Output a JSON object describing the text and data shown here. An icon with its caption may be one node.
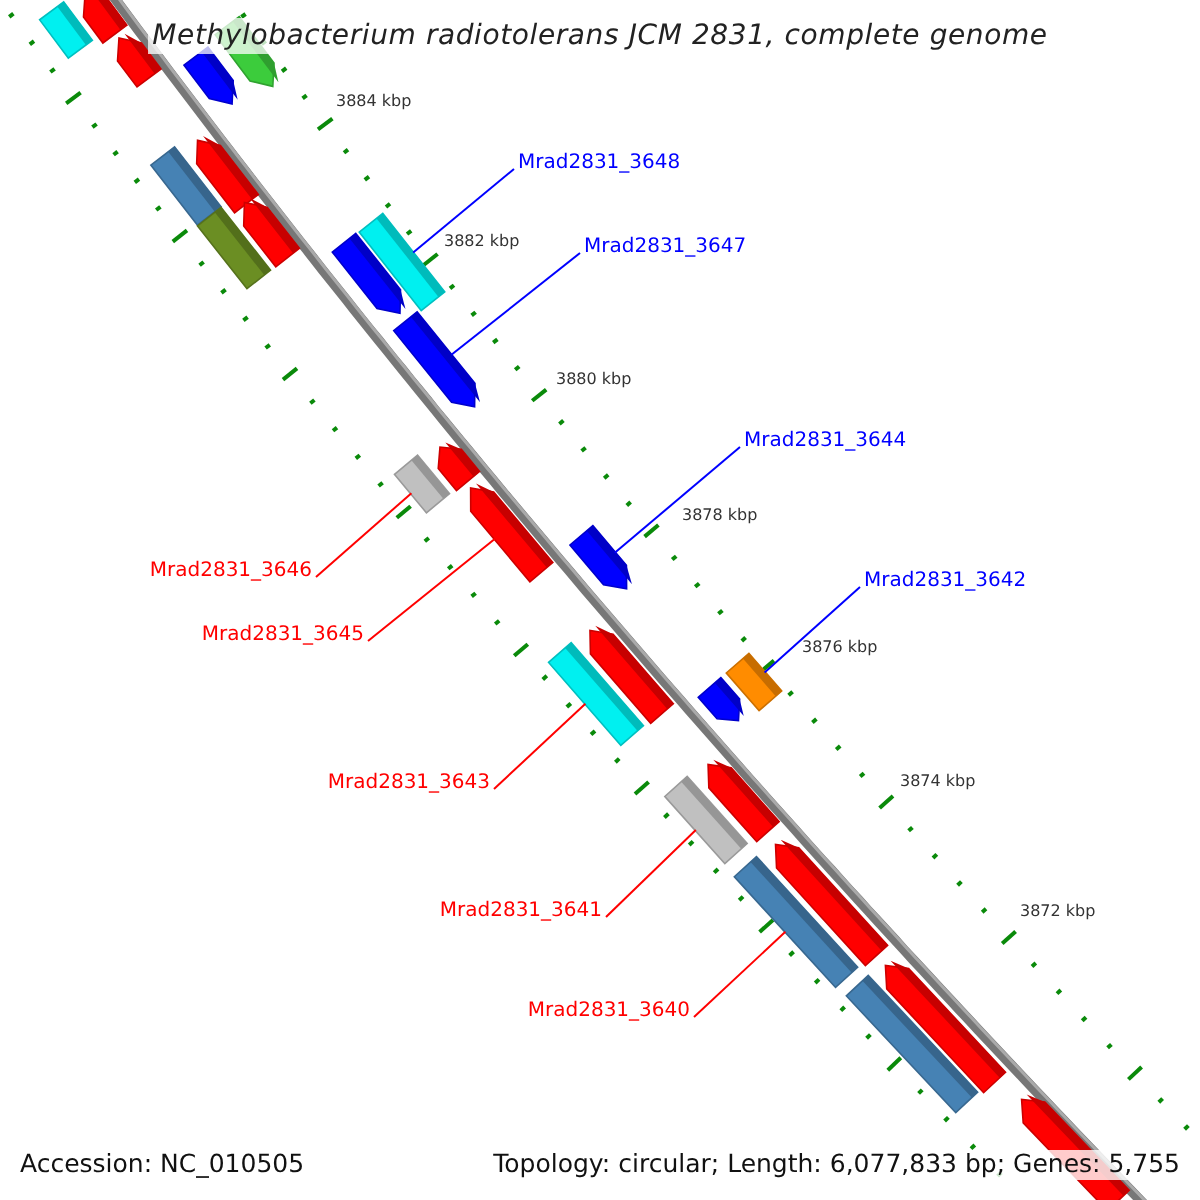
{
  "diagram": {
    "title": "Methylobacterium radiotolerans JCM 2831, complete genome",
    "nodes": [
      {
        "text": [
          "Mrad2831_3648"
        ]
      },
      {
        "text": [
          "Mrad2831_3647"
        ]
      },
      {
        "text": [
          "Mrad2831_3644"
        ]
      },
      {
        "text": [
          "Mrad2831_3646"
        ]
      },
      {
        "text": [
          "Mrad2831_3642"
        ]
      },
      {
        "text": [
          "Mrad2831_3645"
        ]
      },
      {
        "text": [
          "Mrad2831_3643"
        ]
      },
      {
        "text": [
          "Mrad2831_3641"
        ]
      },
      {
        "text": [
          "Mrad2831_3640"
        ]
      },
      {
        "text": [],
        "shape": "arrow"
      },
      {
        "text": [],
        "shape": "box"
      },
      {
        "text": [],
        "shape": "arrow"
      },
      {
        "text": [],
        "shape": "arrow"
      },
      {
        "text": [],
        "shape": "arrow"
      },
      {
        "text": [],
        "shape": "arrow"
      },
      {
        "text": [],
        "shape": "box"
      },
      {
        "text": [],
        "shape": "arrow"
      },
      {
        "text": [],
        "shape": "box"
      },
      {
        "text": [],
        "shape": "box"
      },
      {
        "text": [],
        "shape": "arrow"
      },
      {
        "text": [],
        "shape": "arrow"
      },
      {
        "text": [],
        "shape": "arrow"
      },
      {
        "text": [],
        "shape": "box"
      },
      {
        "text": [],
        "shape": "arrow"
      },
      {
        "text": [],
        "shape": "arrow"
      },
      {
        "text": [],
        "shape": "arrow"
      },
      {
        "text": [],
        "shape": "box"
      },
      {
        "text": [],
        "shape": "box"
      },
      {
        "text": [],
        "shape": "arrow"
      },
      {
        "text": [],
        "shape": "arrow"
      },
      {
        "text": [],
        "shape": "box"
      },
      {
        "text": [],
        "shape": "arrow"
      },
      {
        "text": [],
        "shape": "box"
      },
      {
        "text": [],
        "shape": "arrow"
      },
      {
        "text": [],
        "shape": "box"
      },
      {
        "text": [],
        "shape": "arrow"
      }
    ],
    "edges": [
      {
        "from": 0,
        "to": 18,
        "arrow": "none",
        "color": "#0000ff"
      },
      {
        "from": 1,
        "to": 20,
        "arrow": "none",
        "color": "#0000ff"
      },
      {
        "from": 2,
        "to": 24,
        "arrow": "none",
        "color": "#0000ff"
      },
      {
        "from": 3,
        "to": 22,
        "arrow": "none"
      },
      {
        "from": 4,
        "to": 27,
        "arrow": "none",
        "color": "#0000ff"
      },
      {
        "from": 5,
        "to": 23,
        "arrow": "none"
      },
      {
        "from": 6,
        "to": 26,
        "arrow": "none"
      },
      {
        "from": 7,
        "to": 30,
        "arrow": "none"
      },
      {
        "from": 8,
        "to": 32,
        "arrow": "none"
      }
    ],
    "labels": [
      "3884 kbp",
      "3882 kbp",
      "3880 kbp",
      "3878 kbp",
      "3876 kbp",
      "3874 kbp",
      "3872 kbp",
      "Accession: NC_010505",
      "Topology: circular; Length: 6,077,833 bp; Genes: 5,755"
    ]
  }
}
